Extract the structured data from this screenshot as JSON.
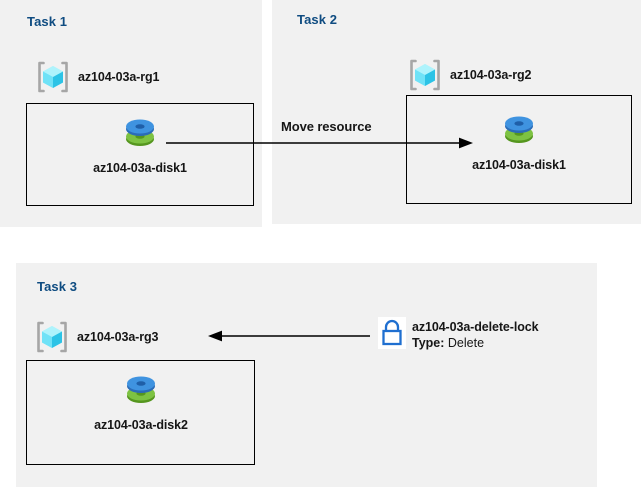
{
  "diagram": {
    "title_color": "#0f4c81",
    "panel_bg": "#f1f1f1",
    "accent_blue": "#1f6fd0",
    "disk_blue": "#3f8fdc",
    "disk_green": "#6cb33f",
    "cube_cyan": "#5fd9f5"
  },
  "panels": [
    {
      "id": "task1",
      "title": "Task 1",
      "resource_group": {
        "icon": "resource-group-icon",
        "label": "az104-03a-rg1"
      },
      "resource": {
        "icon": "managed-disk-icon",
        "label": "az104-03a-disk1"
      }
    },
    {
      "id": "task2",
      "title": "Task 2",
      "resource_group": {
        "icon": "resource-group-icon",
        "label": "az104-03a-rg2"
      },
      "resource": {
        "icon": "managed-disk-icon",
        "label": "az104-03a-disk1"
      }
    },
    {
      "id": "task3",
      "title": "Task 3",
      "resource_group": {
        "icon": "resource-group-icon",
        "label": "az104-03a-rg3"
      },
      "resource": {
        "icon": "managed-disk-icon",
        "label": "az104-03a-disk2"
      }
    }
  ],
  "connectors": {
    "move_resource": {
      "label": "Move resource",
      "direction": "right"
    },
    "lock_applies": {
      "label": "",
      "direction": "left"
    }
  },
  "lock": {
    "icon": "lock-icon",
    "name": "az104-03a-delete-lock",
    "type_label": "Type:",
    "type_value": "Delete"
  }
}
